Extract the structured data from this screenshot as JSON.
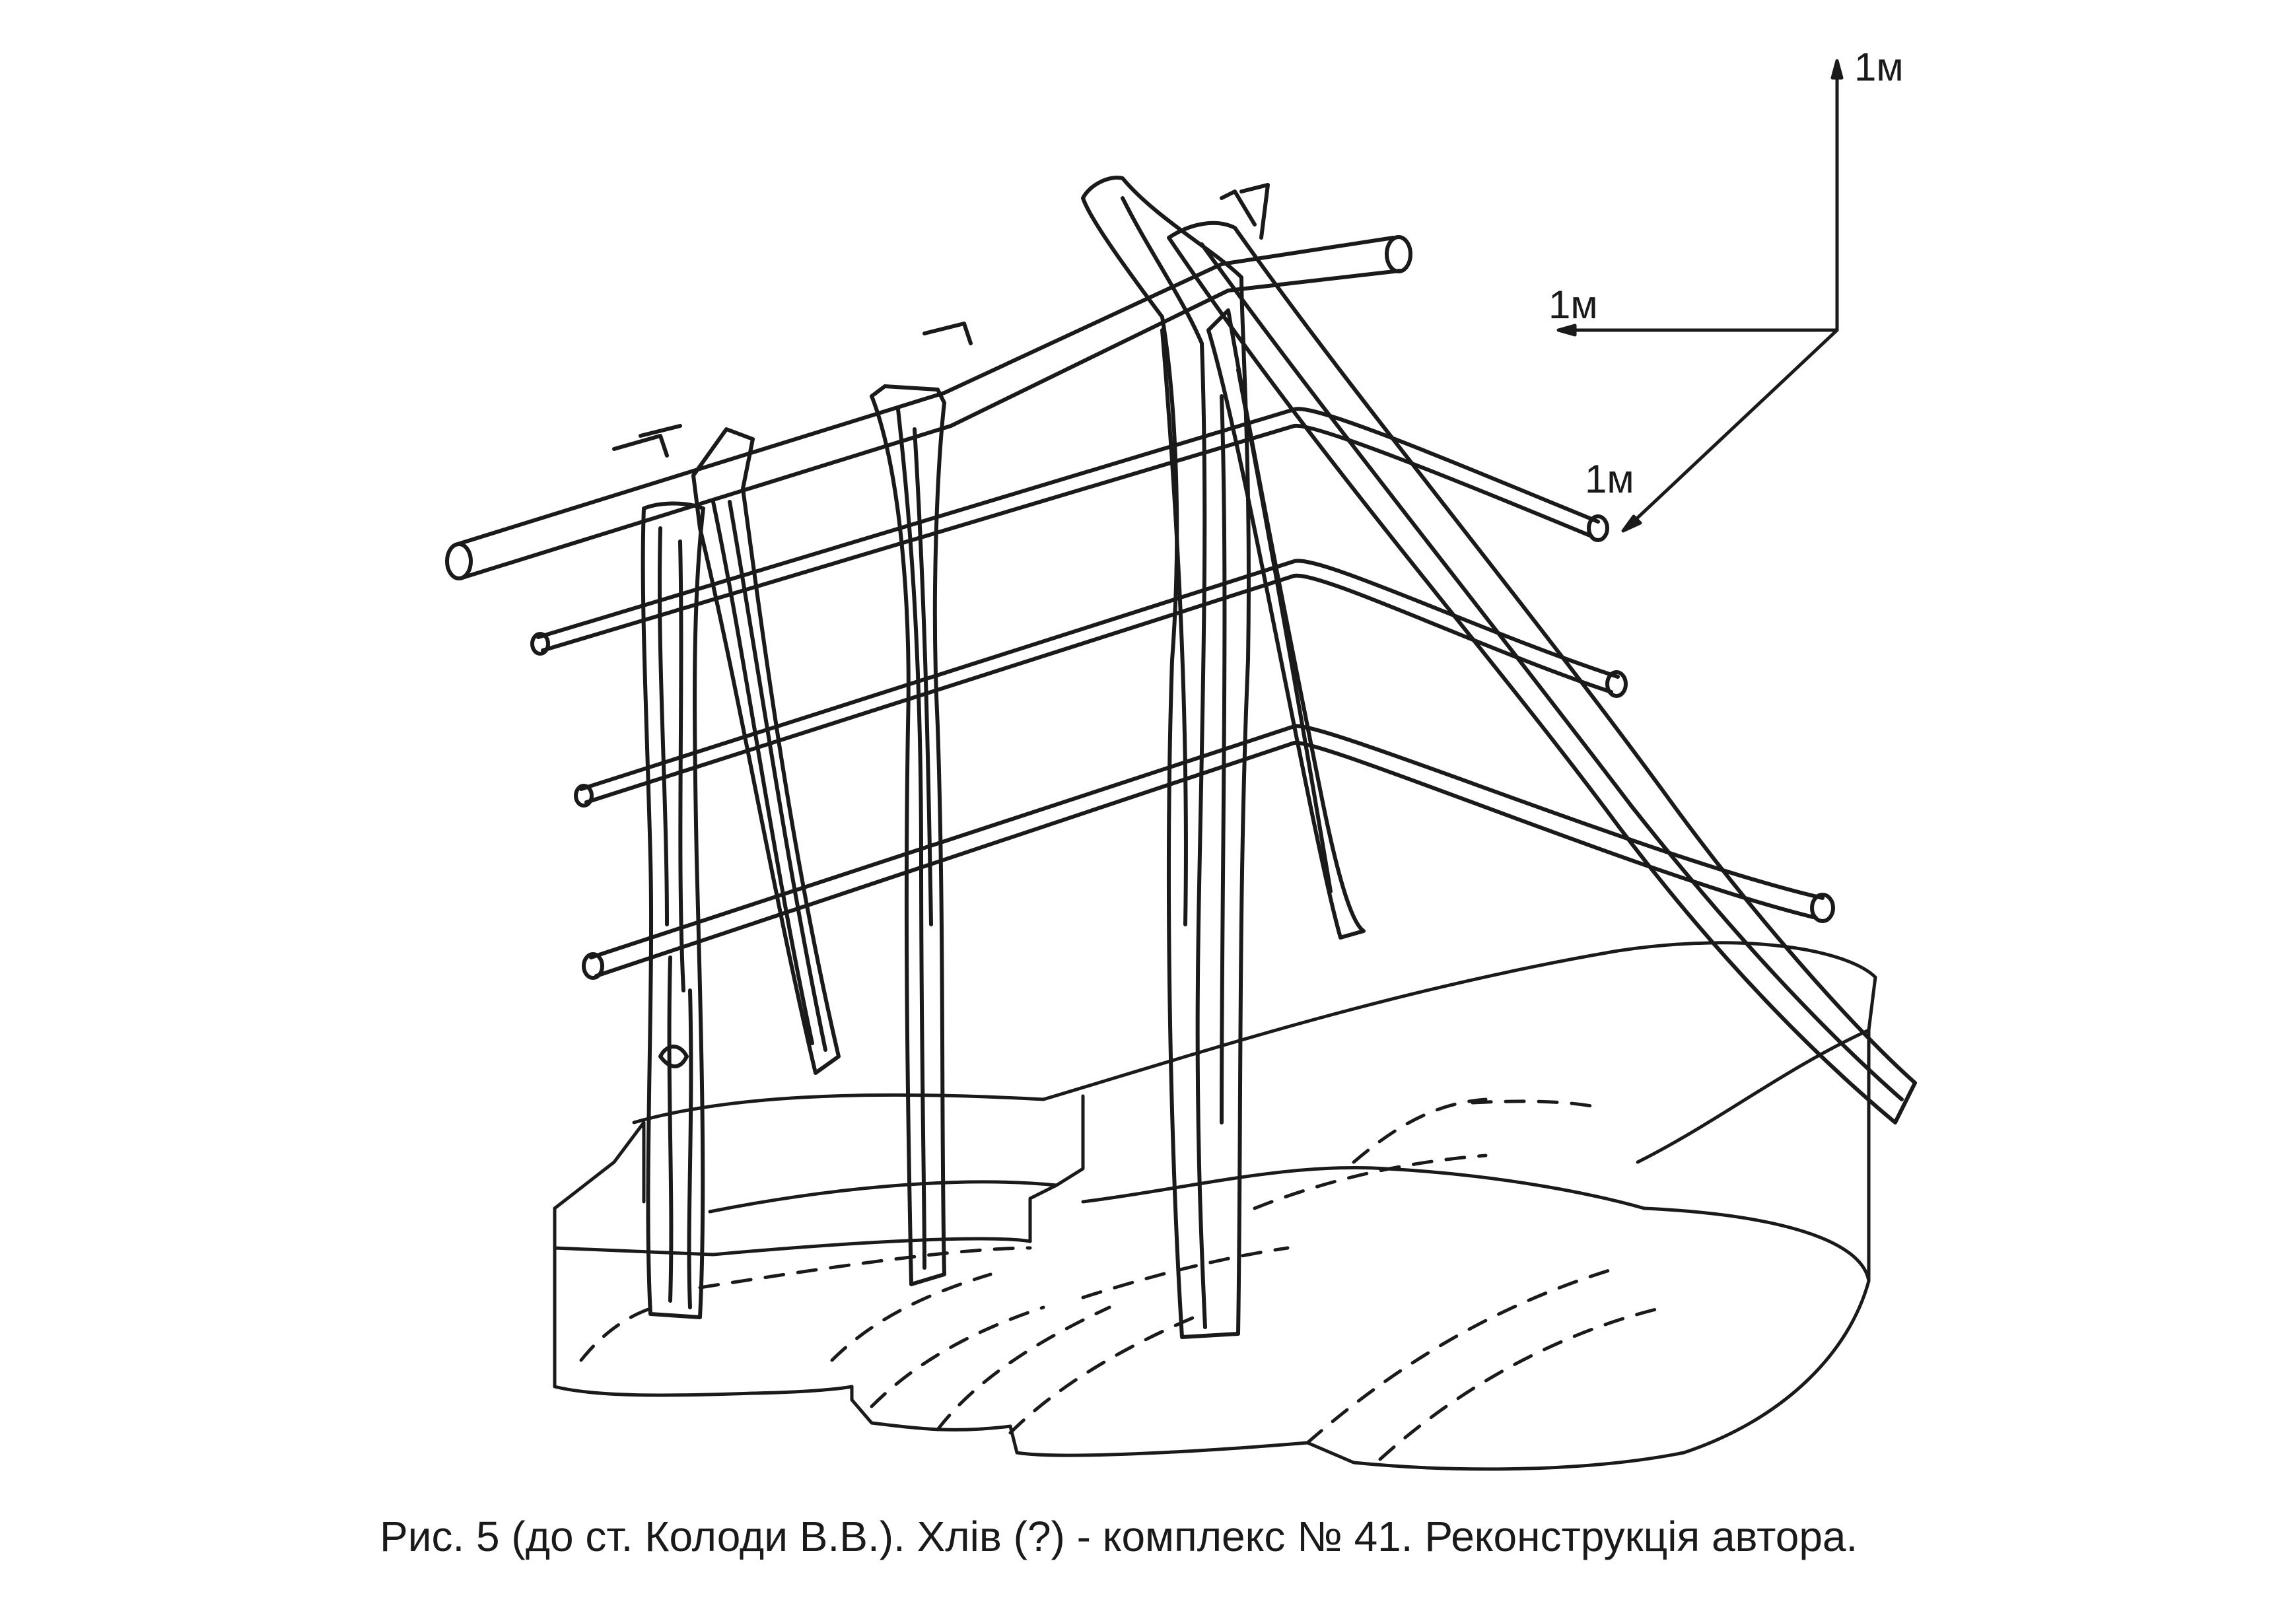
{
  "figure": {
    "caption": "Рис. 5  (до ст. Колоди В.В.). Хлів (?) - комплекс № 41. Реконструкція автора.",
    "scale": {
      "vertical_label": "1м",
      "horizontal_label": "1м",
      "depth_label": "1м"
    },
    "colors": {
      "ink": "#1a1a1a",
      "paper": "#ffffff"
    }
  }
}
